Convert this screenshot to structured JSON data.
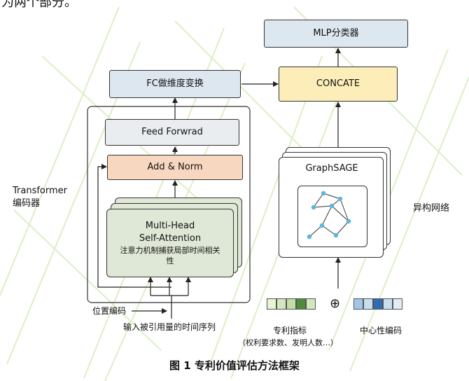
{
  "top_text": "为两个部分。",
  "caption": "图 1   专利价值评估方法框架",
  "nodes": {
    "mlp": "MLP分类器",
    "fc": "FC做维度变换",
    "concate": "CONCATE",
    "feed_forward": "Feed Forwrad",
    "add_norm": "Add & Norm",
    "mha_line1": "Multi-Head",
    "mha_line2": "Self-Attention",
    "mha_line3": "注意力机制捕获局部时间相关",
    "mha_line4": "性",
    "graphsage": "GraphSAGE"
  },
  "labels": {
    "transformer_line1": "Transformer",
    "transformer_line2": "编码器",
    "hetero_net": "异构网络",
    "pos_encoding": "位置编码",
    "input_series": "输入被引用量的时间序列",
    "patent_index": "专利指标",
    "patent_index_detail": "（权利要求数、发明人数…）",
    "centrality": "中心性编码",
    "oplus": "⊕"
  },
  "colors": {
    "blue_gray": "#dde7ef",
    "light_gray": "#e9edf0",
    "salmon": "#f7d7c0",
    "green": "#dfe8d6",
    "yellow": "#fdeeb9",
    "node_blue": "#5bb6e0",
    "watermark": "#c9e5a8"
  }
}
